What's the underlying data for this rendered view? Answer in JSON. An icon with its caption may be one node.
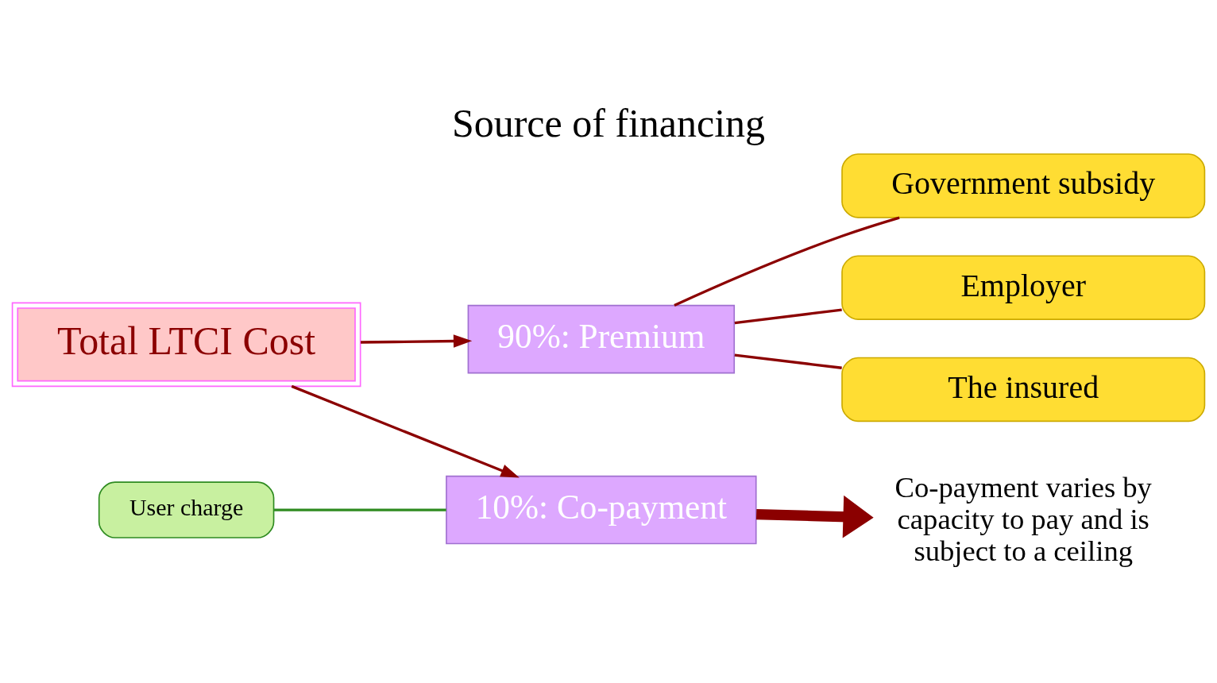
{
  "diagram": {
    "title": "Source of financing",
    "nodes": [
      {
        "text": [
          "Total LTCI Cost"
        ]
      },
      {
        "text": [
          "90%: Premium"
        ]
      },
      {
        "text": [
          "10%: Co-payment"
        ]
      },
      {
        "text": [
          "Government subsidy"
        ]
      },
      {
        "text": [
          "Employer"
        ]
      },
      {
        "text": [
          "The insured"
        ]
      },
      {
        "text": [
          "Co-payment varies by capacity to pay and is subject to a ceiling"
        ]
      },
      {
        "text": [
          "User charge"
        ]
      }
    ],
    "edges": [
      {
        "from": 0,
        "to": 1,
        "arrow": "to"
      },
      {
        "from": 0,
        "to": 2,
        "arrow": "to"
      },
      {
        "from": 1,
        "to": 3,
        "arrow": "none"
      },
      {
        "from": 1,
        "to": 4,
        "arrow": "none"
      },
      {
        "from": 1,
        "to": 5,
        "arrow": "none"
      },
      {
        "from": 2,
        "to": 6,
        "arrow": "to",
        "style": "thick"
      },
      {
        "from": 7,
        "to": 2,
        "arrow": "none",
        "color": "#2e8b20"
      }
    ]
  }
}
